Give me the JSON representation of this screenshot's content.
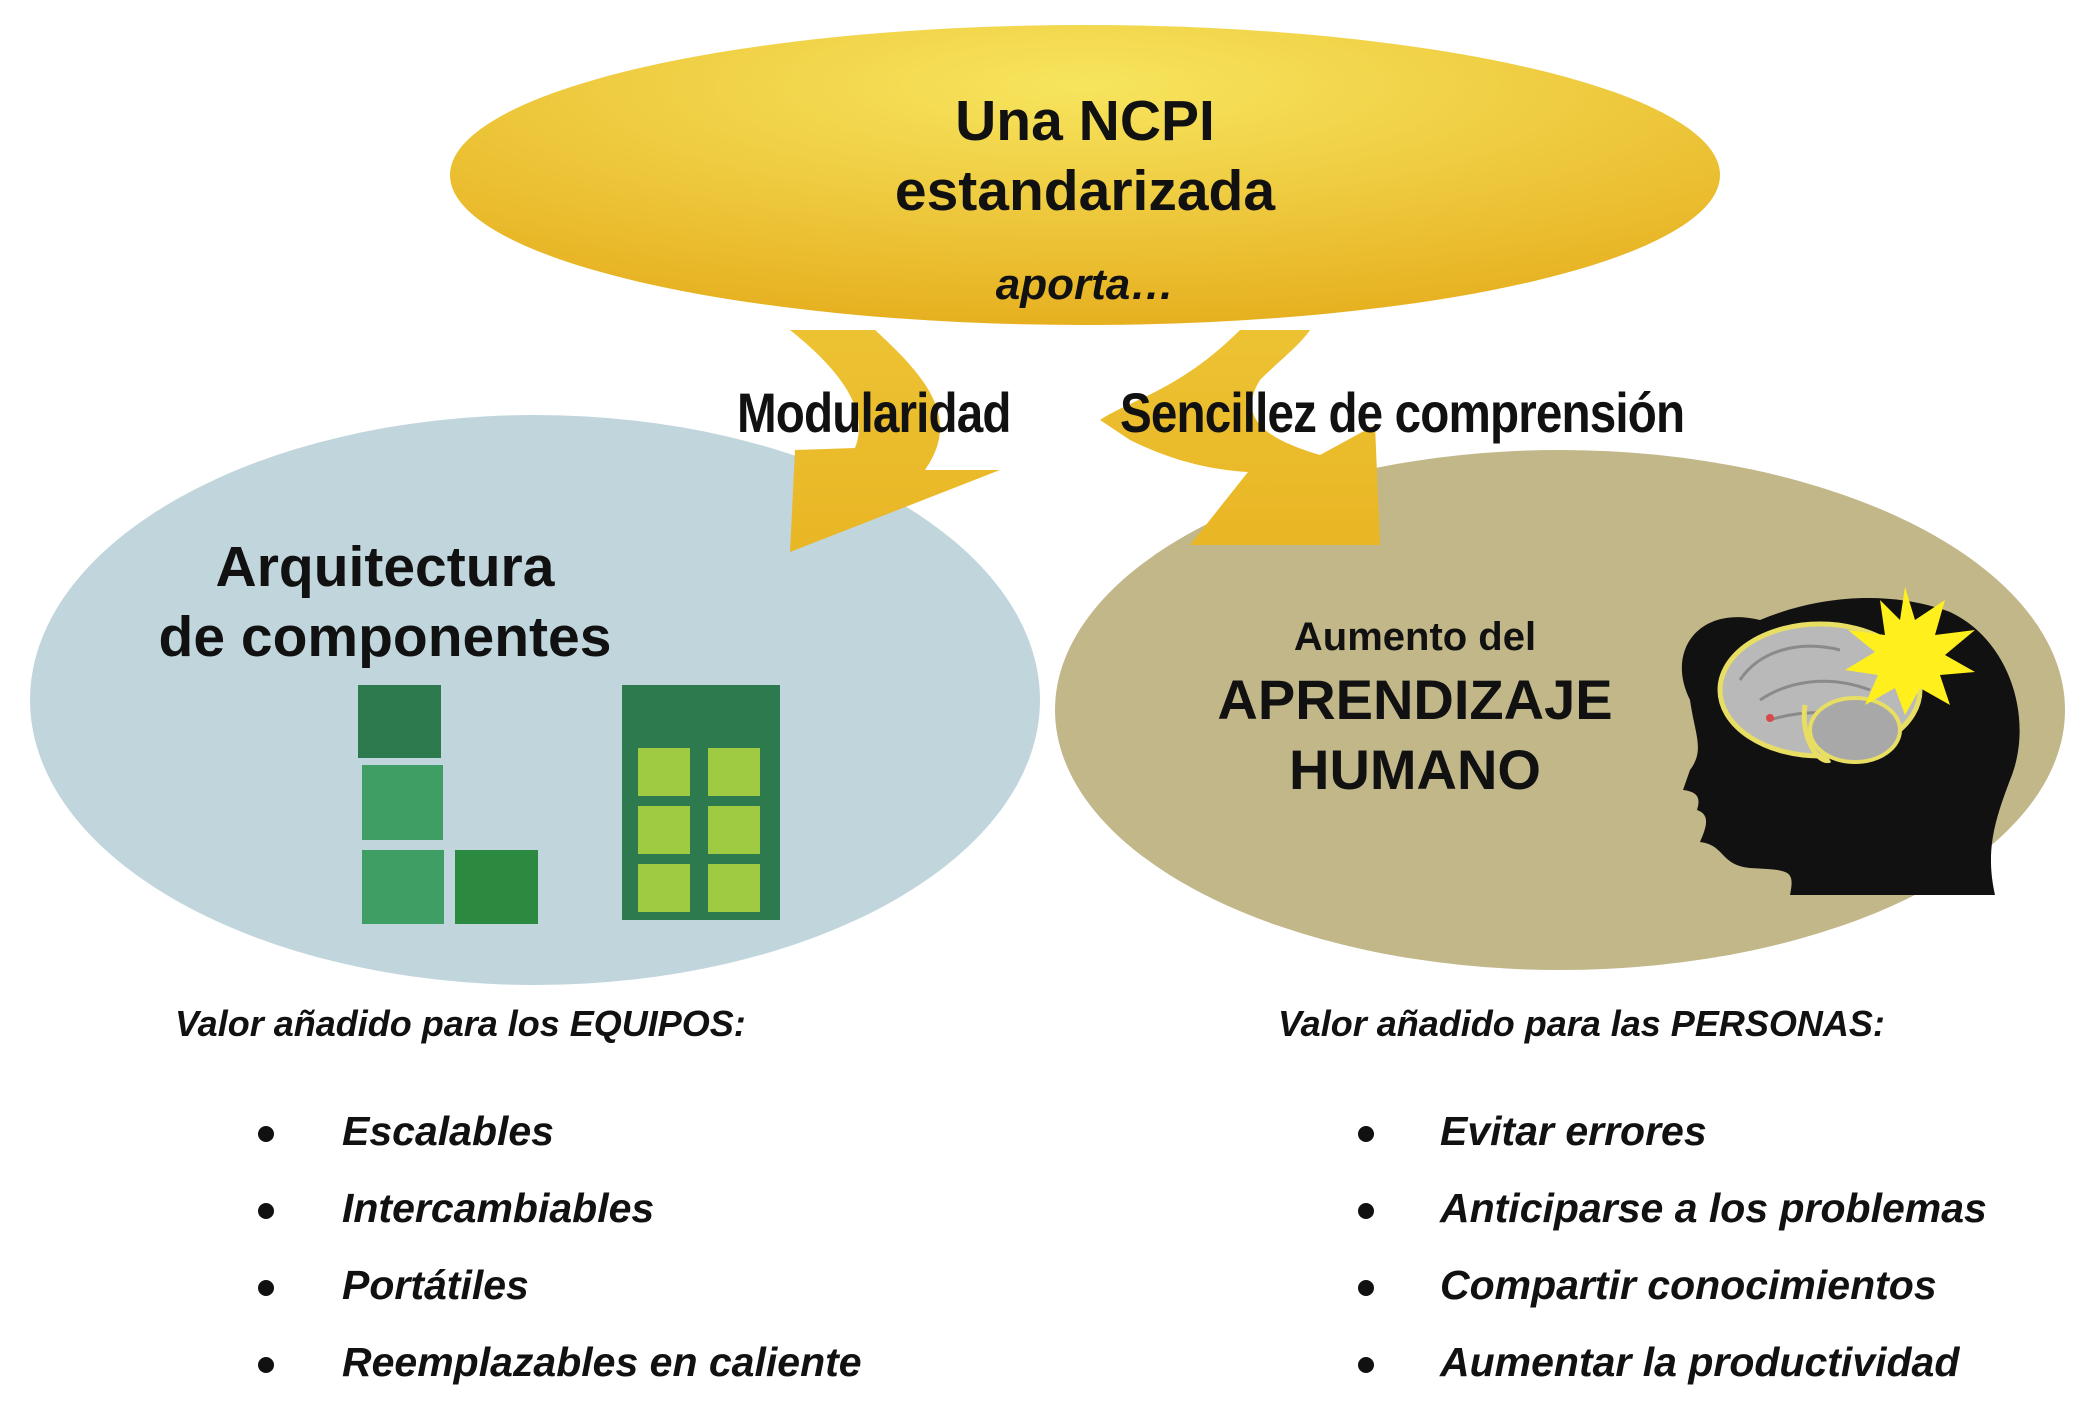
{
  "top": {
    "title_line1": "Una NCPI",
    "title_line2": "estandarizada",
    "subtitle": "aporta…"
  },
  "flows": {
    "left": "Modularidad",
    "right": "Sencillez de comprensión"
  },
  "left_box": {
    "title_line1": "Arquitectura",
    "title_line2": "de componentes",
    "value_heading": "Valor añadido para los EQUIPOS:",
    "items": [
      "Escalables",
      "Intercambiables",
      "Portátiles",
      "Reemplazables en caliente"
    ]
  },
  "right_box": {
    "pre_title": "Aumento del",
    "title_line1": "APRENDIZAJE",
    "title_line2": "HUMANO",
    "value_heading": "Valor añadido para las PERSONAS:",
    "items": [
      "Evitar errores",
      "Anticiparse a los problemas",
      "Compartir conocimientos",
      "Aumentar la productividad"
    ]
  },
  "colors": {
    "yellow_light": "#f6e35a",
    "yellow_dark": "#e8b522",
    "left_ellipse": "#c1d6dc",
    "right_ellipse": "#c2b789",
    "green_dark": "#2e7a4f",
    "green_mid": "#3e9e64",
    "green_deep": "#2b8a3f",
    "lime": "#9fcb43"
  }
}
